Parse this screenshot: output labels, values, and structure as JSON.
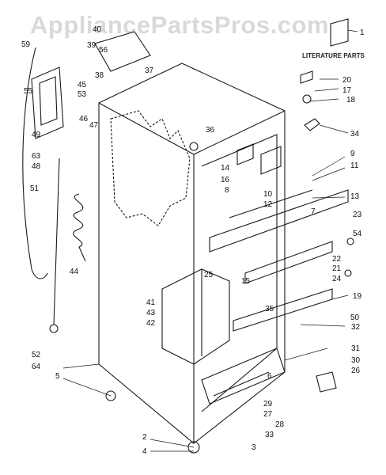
{
  "watermark": "AppliancePartsPros.com",
  "literature_label": "LITERATURE PARTS",
  "callouts": [
    "1",
    "2",
    "3",
    "4",
    "5",
    "6",
    "7",
    "8",
    "9",
    "10",
    "11",
    "12",
    "13",
    "14",
    "15",
    "16",
    "17",
    "18",
    "19",
    "20",
    "21",
    "22",
    "23",
    "24",
    "25",
    "26",
    "27",
    "28",
    "29",
    "30",
    "31",
    "32",
    "33",
    "34",
    "35",
    "36",
    "37",
    "38",
    "39",
    "40",
    "41",
    "42",
    "43",
    "44",
    "45",
    "46",
    "47",
    "48",
    "49",
    "50",
    "51",
    "52",
    "53",
    "54",
    "55",
    "56",
    "59",
    "63",
    "64"
  ],
  "colors": {
    "ink": "#1a1a1a",
    "watermark": "#d9d9d9",
    "background": "#ffffff"
  }
}
